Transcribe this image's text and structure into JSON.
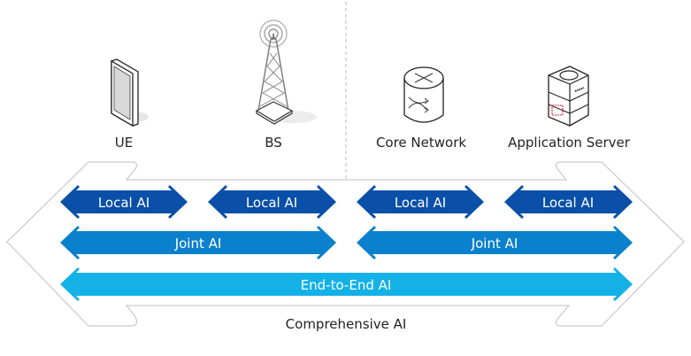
{
  "nodes": [
    {
      "id": "ue",
      "label": "UE",
      "icon": "smartphone-icon"
    },
    {
      "id": "bs",
      "label": "BS",
      "icon": "cell-tower-icon"
    },
    {
      "id": "core",
      "label": "Core Network",
      "icon": "router-cylinder-icon"
    },
    {
      "id": "app",
      "label": "Application Server",
      "icon": "server-chip-icon"
    }
  ],
  "arrows": {
    "local": [
      "Local AI",
      "Local AI",
      "Local AI",
      "Local AI"
    ],
    "joint": [
      "Joint AI",
      "Joint AI"
    ],
    "end_to_end": "End-to-End AI"
  },
  "outer_label": "Comprehensive AI",
  "colors": {
    "local": "#0a4fa8",
    "joint": "#0b80cc",
    "end_to_end": "#14b1e7",
    "outline": "#c9c9c9",
    "divider": "#bdbdbd",
    "chip": "#e8404a"
  }
}
